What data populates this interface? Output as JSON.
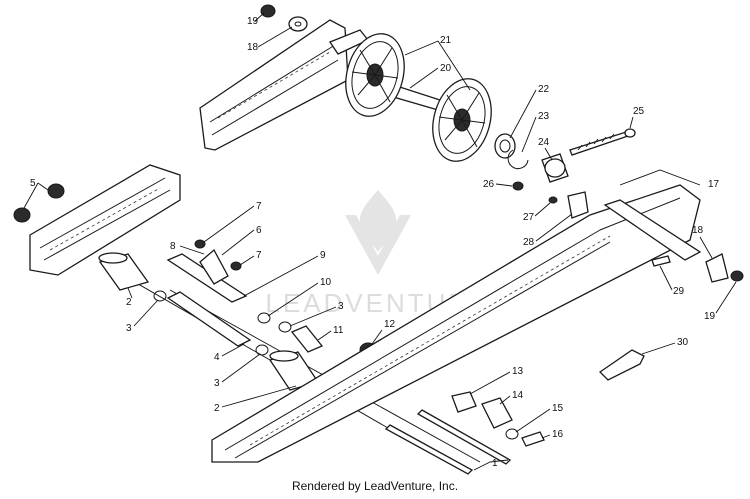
{
  "watermark": {
    "text": "LEADVENTURE"
  },
  "footer": {
    "credit": "Rendered by LeadVenture, Inc."
  },
  "callouts": {
    "c1": "1",
    "c2a": "2",
    "c2b": "2",
    "c3a": "3",
    "c3b": "3",
    "c3c": "3",
    "c4": "4",
    "c5": "5",
    "c6": "6",
    "c7a": "7",
    "c7b": "7",
    "c8": "8",
    "c9": "9",
    "c10": "10",
    "c11": "11",
    "c12": "12",
    "c13": "13",
    "c14": "14",
    "c15": "15",
    "c16": "16",
    "c17": "17",
    "c18a": "18",
    "c18b": "18",
    "c19a": "19",
    "c19b": "19",
    "c20": "20",
    "c21": "21",
    "c22": "22",
    "c23": "23",
    "c24": "24",
    "c25": "25",
    "c26": "26",
    "c27": "27",
    "c28": "28",
    "c29": "29",
    "c30": "30"
  }
}
